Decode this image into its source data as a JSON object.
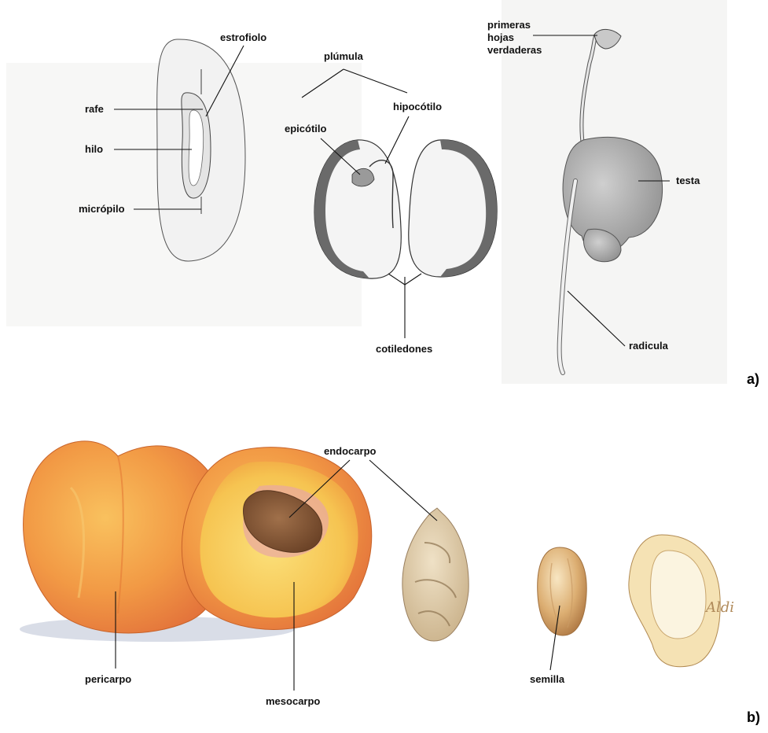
{
  "panels": {
    "a": {
      "letter": "a)",
      "labels": {
        "estrofiolo": "estrofiolo",
        "rafe": "rafe",
        "hilo": "hilo",
        "micropilo": "micrópilo",
        "plumula": "plúmula",
        "hipocotilo": "hipocótilo",
        "epicotilo": "epicótilo",
        "cotiledones": "cotiledones",
        "primeras_1": "primeras",
        "primeras_2": "hojas",
        "primeras_3": "verdaderas",
        "testa": "testa",
        "radicula": "radicula"
      }
    },
    "b": {
      "letter": "b)",
      "labels": {
        "endocarpo": "endocarpo",
        "pericarpo": "pericarpo",
        "mesocarpo": "mesocarpo",
        "semilla": "semilla"
      },
      "signature": "Aldi"
    }
  },
  "colors": {
    "paper_a": "#f7f7f6",
    "seed_grey": "#b9b9b9",
    "peach_skin": "#f3a24c",
    "peach_flesh": "#f7c955",
    "pit_brown": "#8a5a36",
    "stone_beige": "#e6d3b3"
  }
}
